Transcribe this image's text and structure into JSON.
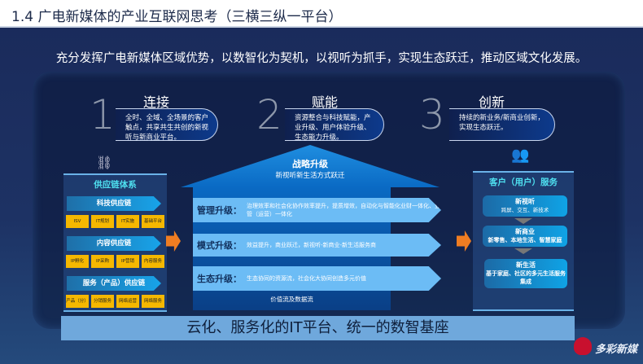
{
  "header": {
    "title": "1.4 广电新媒体的产业互联网思考（三横三纵一平台）"
  },
  "subtitle": "充分发挥广电新媒体区域优势，以数智化为契机，以视听为抓手，实现生态跃迁，推动区域文化发展。",
  "steps": [
    {
      "num": "1",
      "title": "连接",
      "desc": "全时、全域、全场景的客户触点，共享共生共创的新视听与新商业平台。"
    },
    {
      "num": "2",
      "title": "赋能",
      "desc": "资源整合与科技赋能，产业升级、用户体验升级、生态能力升级。"
    },
    {
      "num": "3",
      "title": "创新",
      "desc": "持续的新业务/新商业创新，实现生态跃迁。"
    }
  ],
  "left": {
    "title": "供应链体系",
    "groups": [
      {
        "label": "科技供应链",
        "items": [
          "ISV",
          "IT规划",
          "IT实施",
          "基础平台"
        ]
      },
      {
        "label": "内容供应链",
        "items": [
          "IP孵化",
          "IP采购",
          "IP营销",
          "内容服务"
        ]
      },
      {
        "label": "服务（产品）供应链",
        "items": [
          "产品（分）",
          "分销服务",
          "网络运营",
          "网络服务"
        ]
      }
    ]
  },
  "center": {
    "title": "战略升级",
    "subtitle": "新视听新生活方式跃迁",
    "rows": [
      {
        "label": "管理升级：",
        "text": "治理效率和社会化协作效率提升，提质增效，自动化与智能化业财一体化、业管（运营）一体化"
      },
      {
        "label": "模式升级：",
        "text": "效益提升，商业跃迁，新视听-新商业-新生活服务商"
      },
      {
        "label": "生态升级：",
        "text": "生态协同的资源流，社会化大协同创造多元价值"
      }
    ],
    "footer": "价值流及数据流"
  },
  "right": {
    "title": "客户（用户）服务",
    "items": [
      {
        "title": "新视听",
        "desc": "跨屏、交互、新技术"
      },
      {
        "title": "新商业",
        "desc": "新零售、本地生活、智慧家庭"
      },
      {
        "title": "新生活",
        "desc": "基于家庭、社区的多元生活服务集成"
      }
    ]
  },
  "platform": "云化、服务化的IT平台、统一的数智基座",
  "logo": {
    "text": "多彩新媒",
    "color": "#c8102e"
  }
}
